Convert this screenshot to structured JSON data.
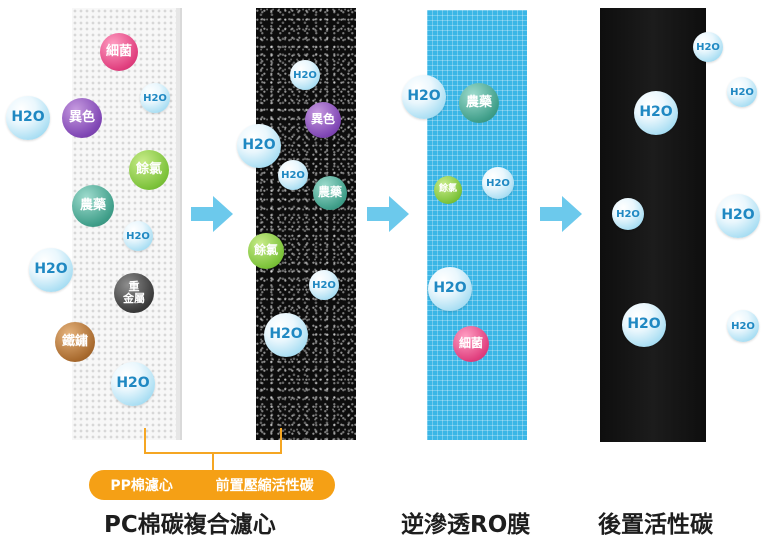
{
  "stages": {
    "stage1": {
      "caption": "PC棉碳複合濾心",
      "sub_labels": [
        "PP棉濾心",
        "前置壓縮活性碳"
      ],
      "bubbles": {
        "bacteria": "細菌",
        "h2o_a": "H2O",
        "h2o_left": "H2O",
        "color": "異色",
        "chlorine": "餘氯",
        "pesticide": "農藥",
        "h2o_b": "H2O",
        "h2o_c": "H2O",
        "metal": "重\n金屬",
        "rust": "鐵鏽",
        "h2o_d": "H2O"
      }
    },
    "stage2": {
      "bubbles": {
        "h2o_a": "H2O",
        "h2o_b": "H2O",
        "color": "異色",
        "h2o_c": "H2O",
        "pesticide": "農藥",
        "chlorine": "餘氯",
        "h2o_d": "H2O",
        "h2o_e": "H2O"
      }
    },
    "stage3": {
      "caption": "逆滲透RO膜",
      "bubbles": {
        "h2o_a": "H2O",
        "pesticide": "農藥",
        "chlorine": "餘氯",
        "h2o_b": "H2O",
        "h2o_c": "H2O",
        "bacteria": "細菌"
      }
    },
    "stage4": {
      "caption": "後置活性碳",
      "bubbles": {
        "h2o_a": "H2O",
        "h2o_b": "H2O",
        "h2o_c": "H2O",
        "h2o_d": "H2O",
        "h2o_e": "H2O",
        "h2o_f": "H2O",
        "h2o_g": "H2O"
      }
    }
  },
  "colors": {
    "arrow": "#6cc9ec",
    "accent_orange": "#f5a015",
    "ro_membrane": "#3ab6e6"
  }
}
